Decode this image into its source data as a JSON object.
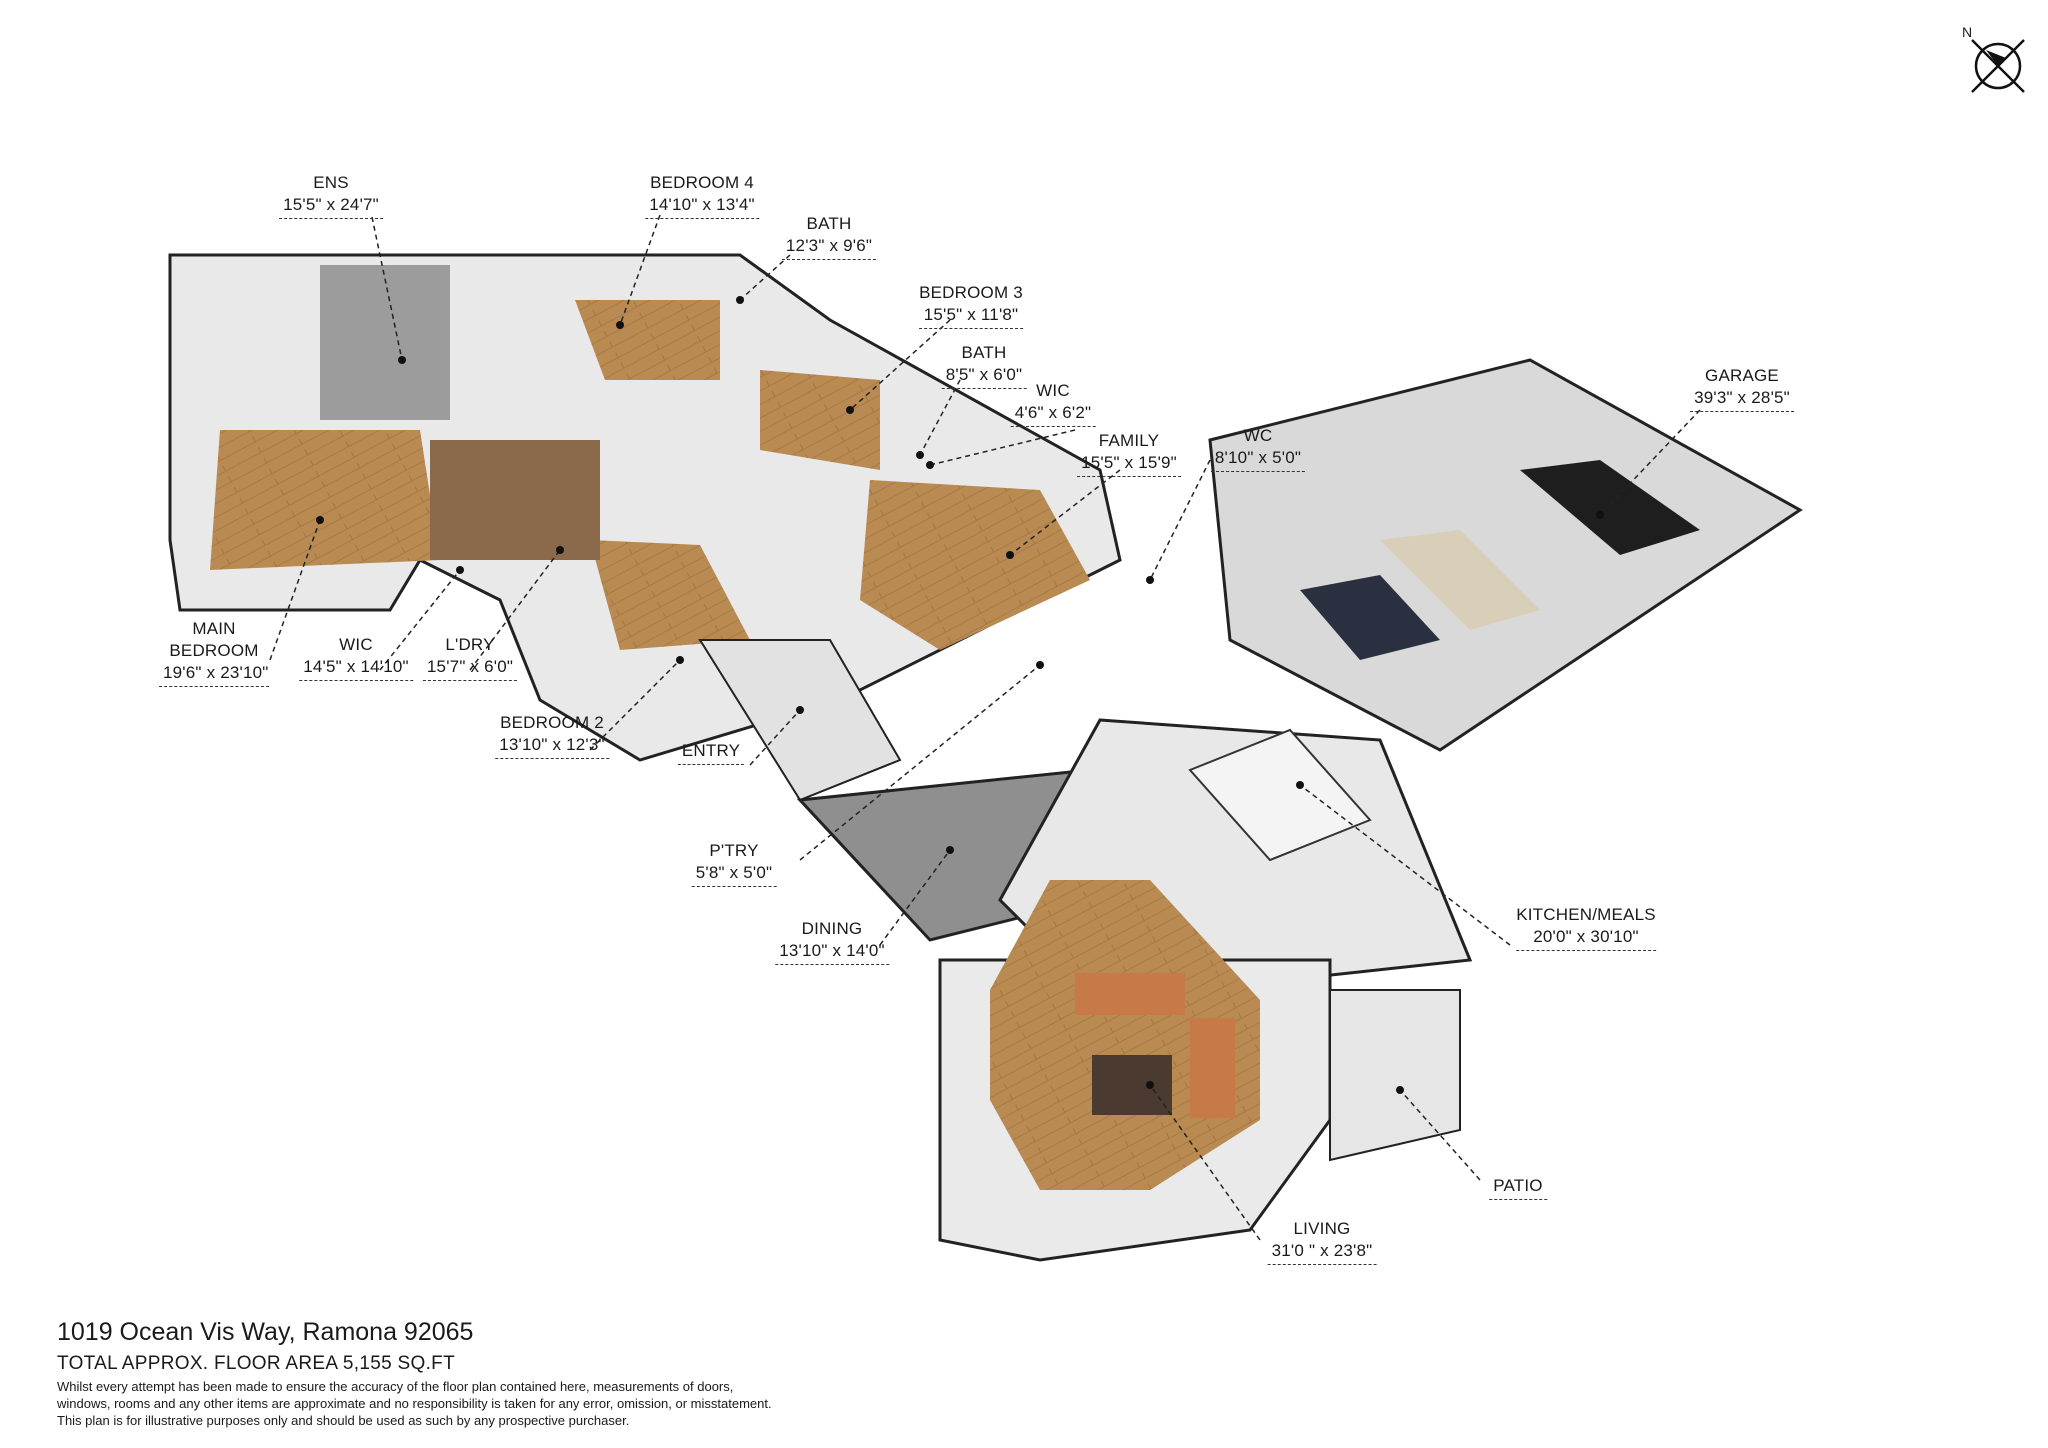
{
  "compass": {
    "north_label": "N"
  },
  "rooms": [
    {
      "id": "ens",
      "name": "ENS",
      "dims": "15'5\" x 24'7\""
    },
    {
      "id": "bedroom4",
      "name": "BEDROOM 4",
      "dims": "14'10\" x 13'4\""
    },
    {
      "id": "bath1",
      "name": "BATH",
      "dims": "12'3\" x 9'6\""
    },
    {
      "id": "bedroom3",
      "name": "BEDROOM 3",
      "dims": "15'5\" x 11'8\""
    },
    {
      "id": "bath2",
      "name": "BATH",
      "dims": "8'5\" x 6'0\""
    },
    {
      "id": "wic2",
      "name": "WIC",
      "dims": "4'6\" x 6'2\""
    },
    {
      "id": "family",
      "name": "FAMILY",
      "dims": "15'5\" x 15'9\""
    },
    {
      "id": "wc",
      "name": "WC",
      "dims": "8'10\" x 5'0\""
    },
    {
      "id": "garage",
      "name": "GARAGE",
      "dims": "39'3\" x 28'5\""
    },
    {
      "id": "mainbed",
      "name": "MAIN BEDROOM",
      "dims": "19'6\" x 23'10\""
    },
    {
      "id": "wic1",
      "name": "WIC",
      "dims": "14'5\" x 14'10\""
    },
    {
      "id": "ldry",
      "name": "L'DRY",
      "dims": "15'7\" x 6'0\""
    },
    {
      "id": "bedroom2",
      "name": "BEDROOM 2",
      "dims": "13'10\" x 12'3\""
    },
    {
      "id": "entry",
      "name": "ENTRY",
      "dims": ""
    },
    {
      "id": "ptry",
      "name": "P'TRY",
      "dims": "5'8\" x 5'0\""
    },
    {
      "id": "dining",
      "name": "DINING",
      "dims": "13'10\" x 14'0\""
    },
    {
      "id": "kitchen",
      "name": "KITCHEN/MEALS",
      "dims": "20'0\" x 30'10\""
    },
    {
      "id": "patio",
      "name": "PATIO",
      "dims": ""
    },
    {
      "id": "living",
      "name": "LIVING",
      "dims": "31'0 \" x 23'8\""
    }
  ],
  "footer": {
    "address": "1019 Ocean Vis Way, Ramona 92065",
    "total_area": "TOTAL APPROX. FLOOR AREA 5,155 SQ.FT",
    "disclaimer_1": "Whilst every attempt has been made to ensure the accuracy of the floor plan contained here, measurements of doors,",
    "disclaimer_2": "windows, rooms and any other items are approximate and no responsibility is taken for any error, omission, or misstatement.",
    "disclaimer_3": "This plan is for illustrative purposes only and should be used as such by any prospective purchaser."
  }
}
